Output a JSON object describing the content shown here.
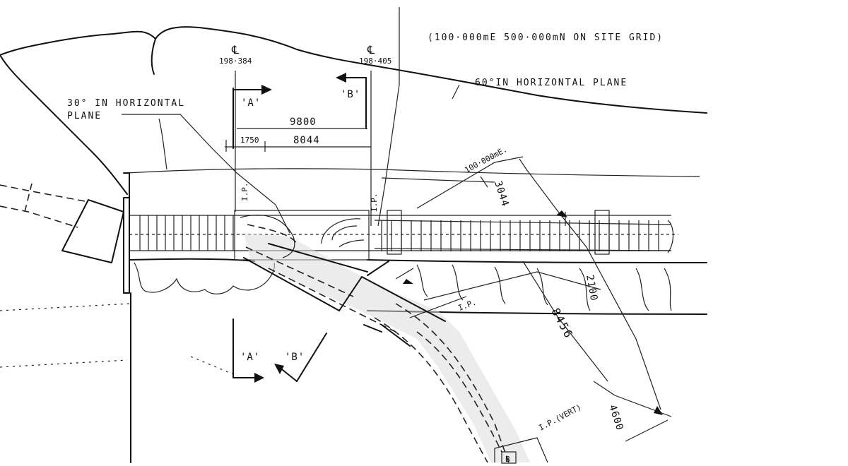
{
  "note_grid": "(100·000mE 500·000mN ON SITE GRID)",
  "note_60deg": "60°IN HORIZONTAL PLANE",
  "note_30deg_line1": "30° IN HORIZONTAL",
  "note_30deg_line2": "PLANE",
  "cl_symbol": "℄",
  "cl_a_value": "198·384",
  "cl_b_value": "198·405",
  "sect_a": "'A'",
  "sect_b": "'B'",
  "dim_9800": "9800",
  "dim_1750": "1750",
  "dim_8044": "8044",
  "lbl_100e": "100·000mE.",
  "dim_3044": "3044",
  "dim_2100": "2100",
  "dim_8456": "8456",
  "dim_4600": "4600",
  "lbl_ip": "I.P.",
  "lbl_ip_vert": "I.P.(VERT)",
  "lbl_b": "B"
}
